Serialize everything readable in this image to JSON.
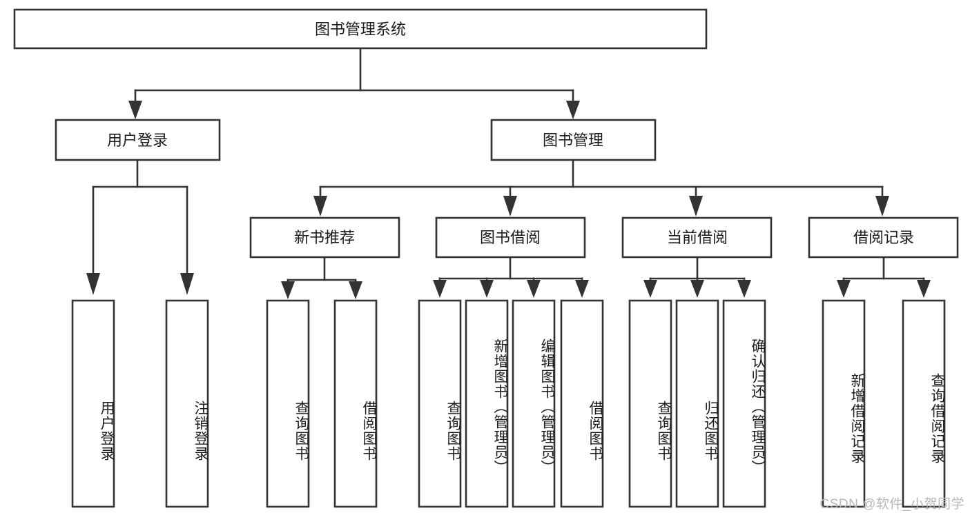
{
  "diagram": {
    "title": "图书管理系统",
    "type": "tree-hierarchy-diagram",
    "colors": {
      "background": "#ffffff",
      "box_fill": "#ffffff",
      "box_stroke": "#333333",
      "text": "#1c1c1c",
      "watermark": "#b8b8b8"
    },
    "root": {
      "label": "图书管理系统"
    },
    "level1": [
      {
        "label": "用户登录"
      },
      {
        "label": "图书管理"
      }
    ],
    "level2": [
      {
        "label": "新书推荐"
      },
      {
        "label": "图书借阅"
      },
      {
        "label": "当前借阅"
      },
      {
        "label": "借阅记录"
      }
    ],
    "leaves": {
      "user_login": [
        {
          "label": "用户登录"
        },
        {
          "label": "注销登录"
        }
      ],
      "new_book_recommend": [
        {
          "label": "查询图书"
        },
        {
          "label": "借阅图书"
        }
      ],
      "book_borrow": [
        {
          "label": "查询图书"
        },
        {
          "label": "新增图书（管理员）"
        },
        {
          "label": "编辑图书（管理员）"
        },
        {
          "label": "借阅图书"
        }
      ],
      "current_borrow": [
        {
          "label": "查询图书"
        },
        {
          "label": "归还图书"
        },
        {
          "label": "确认归还（管理员）"
        }
      ],
      "borrow_record": [
        {
          "label": "新增借阅记录"
        },
        {
          "label": "查询借阅记录"
        }
      ]
    }
  },
  "watermark": {
    "text": "CSDN @软件_小贺同学"
  }
}
